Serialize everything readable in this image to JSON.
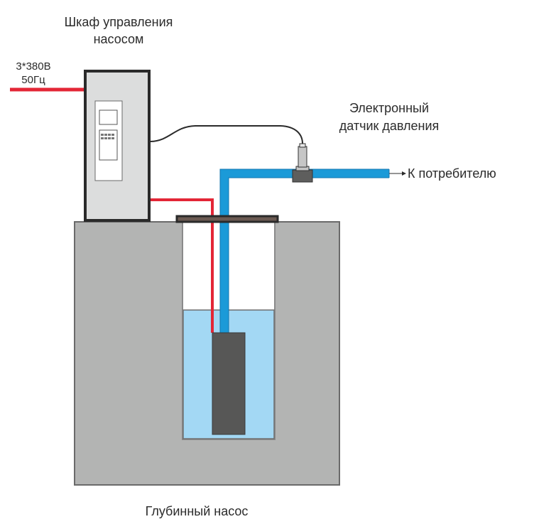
{
  "diagram": {
    "labels": {
      "cabinet_line1": "Шкаф управления",
      "cabinet_line2": "насосом",
      "power_line1": "3*380В",
      "power_line2": "50Гц",
      "sensor_line1": "Электронный",
      "sensor_line2": "датчик давления",
      "consumer": "К потребителю",
      "pump": "Глубинный насос"
    },
    "colors": {
      "ground": "#b3b4b3",
      "ground_border": "#6a6a6a",
      "water": "#a3d8f4",
      "pipe": "#1b9ad8",
      "power_cable": "#e32636",
      "cabinet_fill": "#dcdddd",
      "cabinet_border": "#2a2a2a",
      "pump": "#575756",
      "sensor_body": "#c6c6c6",
      "sensor_tee": "#5e5e5d",
      "well_cap": "#6b5a52",
      "signal_cable": "#2b2b2b"
    }
  }
}
